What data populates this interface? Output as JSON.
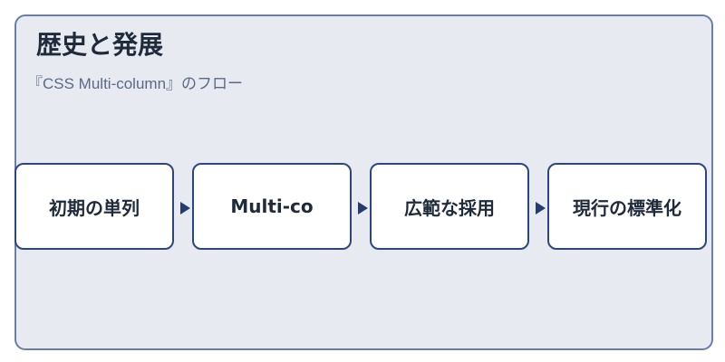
{
  "title": "歴史と発展",
  "subtitle": "『CSS Multi-column』のフロー",
  "steps": [
    {
      "label": "初期の単列"
    },
    {
      "label": "Multi-co"
    },
    {
      "label": "広範な採用"
    },
    {
      "label": "現行の標準化"
    }
  ],
  "colors": {
    "panel_background": "#e7ebf1",
    "panel_border": "#6a7fa8",
    "step_border": "#2c467f",
    "arrow": "#243b6e",
    "text": "#1f2a3a",
    "subtitle_text": "#5a6a86"
  }
}
